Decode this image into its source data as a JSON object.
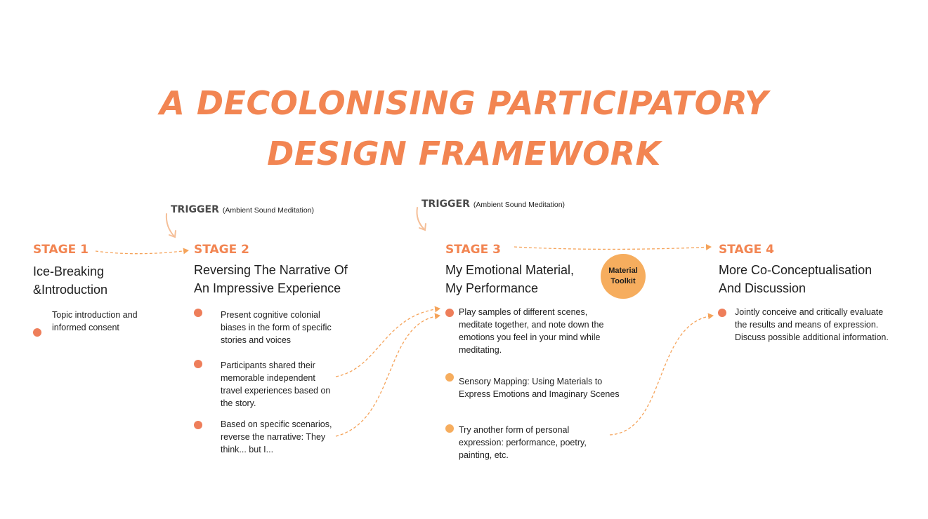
{
  "title": {
    "line1": "A DECOLONISING PARTICIPATORY",
    "line2": "DESIGN FRAMEWORK"
  },
  "triggers": [
    {
      "label": "TRIGGER",
      "note": "(Ambient Sound Meditation)"
    },
    {
      "label": "TRIGGER",
      "note": "(Ambient Sound Meditation)"
    }
  ],
  "stages": [
    {
      "label": "STAGE 1",
      "title_lines": [
        "Ice-Breaking",
        "&Introduction"
      ],
      "bullets": [
        {
          "lines": [
            "Topic introduction and",
            "informed consent"
          ]
        }
      ]
    },
    {
      "label": "STAGE 2",
      "title_lines": [
        "Reversing The Narrative Of",
        "An Impressive Experience"
      ],
      "bullets": [
        {
          "lines": [
            "Present cognitive colonial",
            "biases in the form of specific",
            "stories and voices"
          ]
        },
        {
          "lines": [
            "Participants shared their",
            "memorable independent",
            "travel experiences based on",
            "the story."
          ]
        },
        {
          "lines": [
            "Based on specific scenarios,",
            "reverse the narrative: They",
            "think... but I..."
          ]
        }
      ]
    },
    {
      "label": "STAGE 3",
      "title_lines": [
        "My Emotional Material,",
        "My Performance"
      ],
      "bullets": [
        {
          "lines": [
            "Play samples of different scenes,",
            "meditate together, and note down the",
            "emotions you feel in your mind while",
            "meditating."
          ]
        },
        {
          "lines": [
            "Sensory Mapping: Using Materials to",
            "Express Emotions and Imaginary Scenes"
          ]
        },
        {
          "lines": [
            "Try another form of personal",
            "expression: performance, poetry,",
            "painting, etc."
          ]
        }
      ]
    },
    {
      "label": "STAGE 4",
      "title_lines": [
        "More Co-Conceptualisation",
        "And Discussion"
      ],
      "bullets": [
        {
          "lines": [
            "Jointly conceive and critically evaluate",
            "the results and means of expression.",
            "Discuss possible additional information."
          ]
        }
      ]
    }
  ],
  "toolkit": {
    "line1": "Material",
    "line2": "Toolkit"
  },
  "colors": {
    "accent": "#f28552",
    "dot_red": "#ee7e5a",
    "dot_yellow": "#f6ad5e",
    "arrow": "#f5a35a"
  }
}
